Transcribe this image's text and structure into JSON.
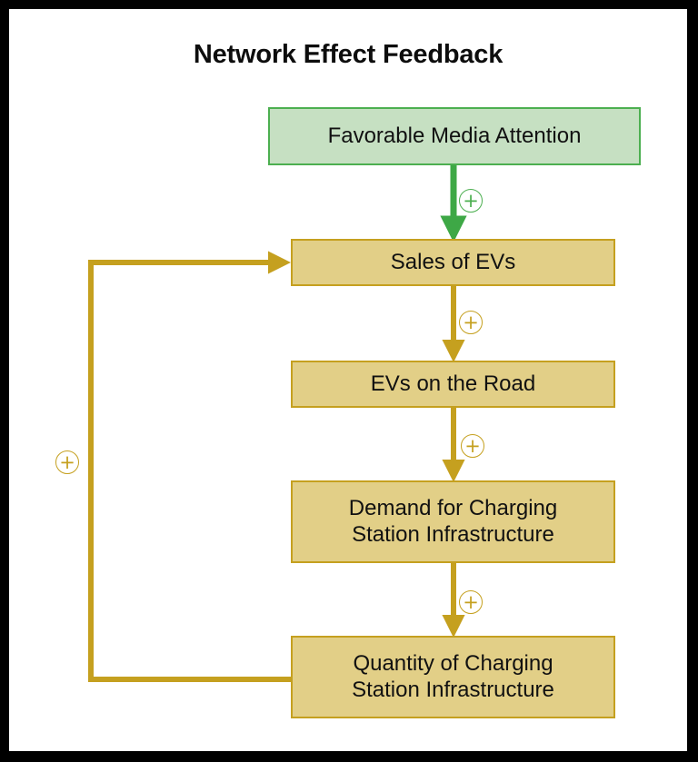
{
  "diagram": {
    "title": "Network Effect Feedback",
    "type": "causal-loop-flowchart",
    "colors": {
      "frame": "#000000",
      "canvas": "#ffffff",
      "green_fill": "#c6e0c2",
      "green_stroke": "#4caf50",
      "gold_fill": "#e2cf87",
      "gold_stroke": "#c5a01f",
      "text": "#111111"
    },
    "nodes": [
      {
        "id": "media",
        "label": "Favorable Media Attention",
        "style": "green"
      },
      {
        "id": "sales",
        "label": "Sales of EVs",
        "style": "gold"
      },
      {
        "id": "evsroad",
        "label": "EVs on the Road",
        "style": "gold"
      },
      {
        "id": "demand",
        "label": "Demand for Charging Station Infrastructure",
        "style": "gold",
        "lines": [
          "Demand for Charging",
          "Station Infrastructure"
        ]
      },
      {
        "id": "quantity",
        "label": "Quantity of Charging Station Infrastructure",
        "style": "gold",
        "lines": [
          "Quantity of Charging",
          "Station Infrastructure"
        ]
      }
    ],
    "edges": [
      {
        "id": "media-sales",
        "from": "media",
        "to": "sales",
        "polarity": "+",
        "color": "green"
      },
      {
        "id": "sales-road",
        "from": "sales",
        "to": "evsroad",
        "polarity": "+",
        "color": "gold"
      },
      {
        "id": "road-demand",
        "from": "evsroad",
        "to": "demand",
        "polarity": "+",
        "color": "gold"
      },
      {
        "id": "demand-qty",
        "from": "demand",
        "to": "quantity",
        "polarity": "+",
        "color": "gold"
      },
      {
        "id": "qty-sales-loop",
        "from": "quantity",
        "to": "sales",
        "polarity": "+",
        "color": "gold",
        "shape": "feedback-loop-left"
      }
    ],
    "polarity_symbol": "+"
  }
}
